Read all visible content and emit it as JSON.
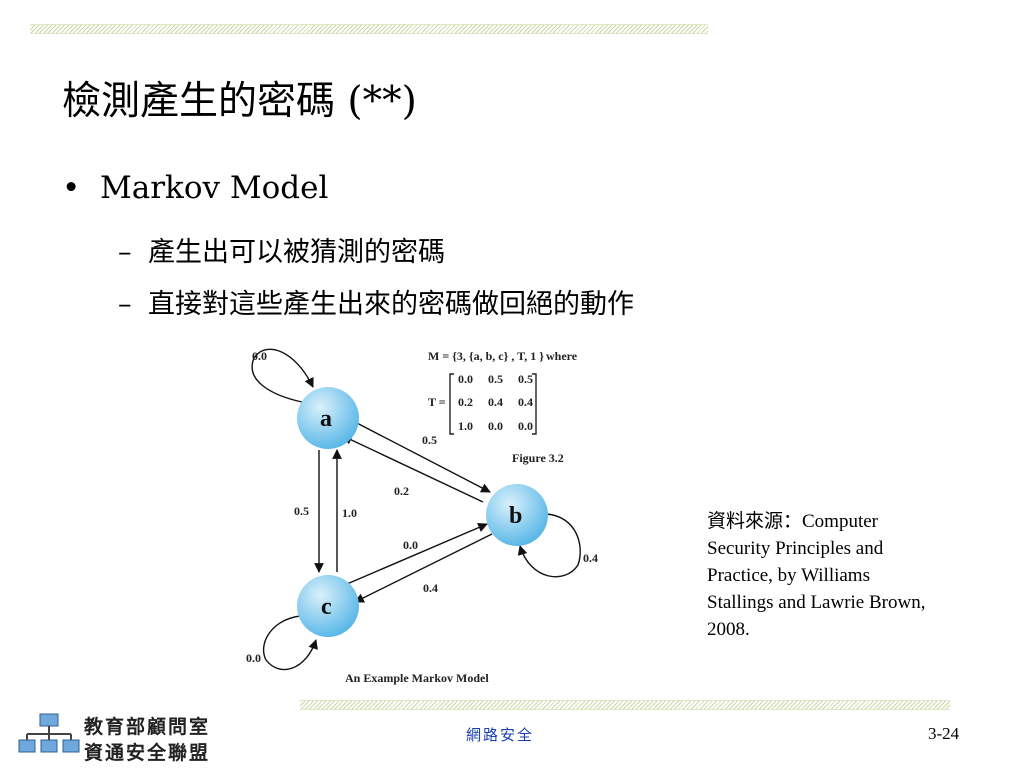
{
  "slide": {
    "title": "檢測產生的密碼 (**)",
    "bullet": {
      "symbol": "•",
      "text": "Markov Model"
    },
    "sub_bullets": [
      {
        "symbol": "–",
        "text": "產生出可以被猜測的密碼"
      },
      {
        "symbol": "–",
        "text": "直接對這些產生出來的密碼做回絕的動作"
      }
    ],
    "source_note": "資料來源：Computer Security Principles and Practice, by Williams Stallings and Lawrie Brown, 2008."
  },
  "figure": {
    "model_definition": "M = {3, {a, b, c} , T, 1 }",
    "where_label": "where",
    "matrix_label": "T =",
    "matrix": [
      [
        "0.0",
        "0.5",
        "0.5"
      ],
      [
        "0.2",
        "0.4",
        "0.4"
      ],
      [
        "1.0",
        "0.0",
        "0.0"
      ]
    ],
    "figure_label": "Figure 3.2",
    "caption": "An Example Markov Model",
    "nodes": {
      "a": "a",
      "b": "b",
      "c": "c"
    },
    "edge_labels": {
      "a_self": "0.0",
      "b_self": "0.4",
      "c_self": "0.0",
      "a_to_b": "0.5",
      "b_to_a": "0.2",
      "a_to_c": "0.5",
      "c_to_a": "1.0",
      "c_to_b": "0.0",
      "b_to_c": "0.4"
    },
    "colors": {
      "node_fill": "#4fb3e6",
      "node_highlight": "#d9f0fb"
    }
  },
  "footer": {
    "center_text": "網路安全",
    "page_number": "3-24",
    "logo_line_1": "教育部顧問室",
    "logo_line_2": "資通安全聯盟"
  }
}
